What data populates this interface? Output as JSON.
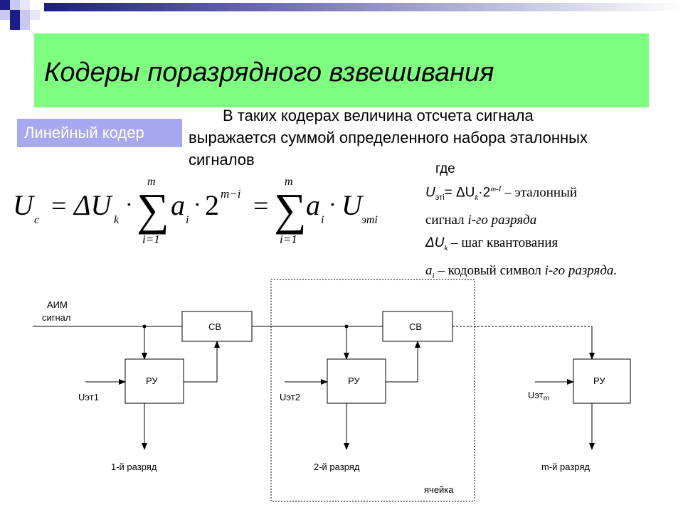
{
  "slide": {
    "title": "Кодеры поразрядного взвешивания",
    "badge": "Линейный кодер",
    "intro_lines": [
      "В таких кодерах величина отсчета сигнала",
      "выражается суммой определенного набора эталонных",
      "сигналов"
    ]
  },
  "formula": {
    "lhs_symbol": "U",
    "lhs_sub": "c",
    "eq": "=",
    "delta_u": "ΔU",
    "delta_sub": "k",
    "dot": "·",
    "sum_upper": "m",
    "sum_lower": "i=1",
    "a": "a",
    "a_sub": "i",
    "two": "2",
    "pow": "m−i",
    "u_et": "U",
    "u_et_sub": "эті"
  },
  "legend": {
    "where": "где",
    "line1_symbol": "U",
    "line1_sub": "эті",
    "line1_mid": "= ΔU",
    "line1_mid_sub": "k",
    "line1_pow_base": "·2",
    "line1_pow": "m-I",
    "line1_tail": " – эталонный",
    "line2_text": "сигнал ",
    "line2_italic": "i-го разряда",
    "line3_symbol": "ΔU",
    "line3_sub": "k",
    "line3_text": " – шаг квантования",
    "line4_symbol": "a",
    "line4_sub": "i",
    "line4_text": " – кодовый символ ",
    "line4_italic": "i-го разряда."
  },
  "diagram": {
    "input_label_1": "АИМ",
    "input_label_2": "сигнал",
    "cv_label": "СВ",
    "ru_label": "РУ",
    "uet1_label": "Uэт1",
    "uet2_label": "Uэт2",
    "uetm_label": "Uэт",
    "uetm_sub": "m",
    "out1_label": "1-й разряд",
    "out2_label": "2-й разряд",
    "outm_label": "m-й разряд",
    "cell_label": "ячейка"
  },
  "colors": {
    "title_band": "#7fff7f",
    "badge_bg": "#a8a8f0",
    "badge_text": "#ffffff",
    "decor_navy": "#1c1c8a",
    "decor_light": "#c8c8f0"
  }
}
